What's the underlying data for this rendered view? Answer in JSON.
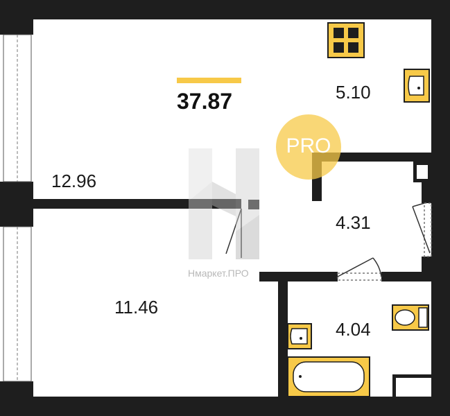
{
  "plan": {
    "total_area": "37.87",
    "rooms": [
      {
        "id": "room-living",
        "area": "12.96"
      },
      {
        "id": "room-bedroom",
        "area": "11.46"
      },
      {
        "id": "room-kitchen",
        "area": "5.10"
      },
      {
        "id": "room-hall",
        "area": "4.31"
      },
      {
        "id": "room-bathroom",
        "area": "4.04"
      }
    ]
  },
  "badge": {
    "text": "PRO"
  },
  "watermark": {
    "text": "Нмаркет.ПРО"
  },
  "colors": {
    "wall": "#1e1e1e",
    "accent": "#f7c948",
    "fixture": "#f7c948",
    "watermark": "#b8b8b8"
  }
}
